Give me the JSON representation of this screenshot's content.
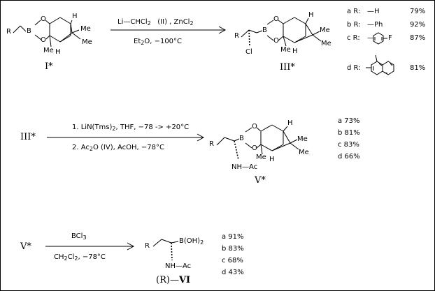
{
  "compounds": {
    "I": "I*",
    "III": "III*",
    "V": "V*",
    "VI_prefix": "(R)",
    "VI": "VI"
  },
  "atoms": {
    "R": "R",
    "B": "B",
    "O": "O",
    "H": "H",
    "Me": "Me",
    "Cl": "Cl",
    "NH_Ac": "NH—Ac",
    "B_OH_2": "B(OH)"
  },
  "step1": {
    "reagent_left": "Li",
    "reagent_mid": "CHCl",
    "reagent_label": "(II)",
    "reagent_right": ", ZnCl",
    "conditions": "Et",
    "conditions_rest": "O,  −100°C"
  },
  "step2": {
    "line1": "1. LiN(Tms)",
    "line1_rest": ",  THF,  −78  ->  +20°C",
    "line2": "2. Ac",
    "line2_rest": "O  (IV),  AcOH,  −78°C"
  },
  "step3": {
    "reagent": "BCl",
    "conditions": "CH",
    "conditions_mid": "Cl",
    "conditions_rest": ",    −78°C"
  },
  "r_groups": [
    {
      "label": "a  R:",
      "group": "—H",
      "yield": "79%"
    },
    {
      "label": "b  R:",
      "group": "—Ph",
      "yield": "92%"
    },
    {
      "label": "c  R:",
      "group": "—",
      "substituent": "F",
      "yield": "87%"
    },
    {
      "label": "d  R:",
      "group": "",
      "yield": "81%"
    }
  ],
  "yields_V": [
    "a  73%",
    "b  81%",
    "c  83%",
    "d  66%"
  ],
  "yields_VI": [
    "a  91%",
    "b  83%",
    "c  68%",
    "d  43%"
  ]
}
